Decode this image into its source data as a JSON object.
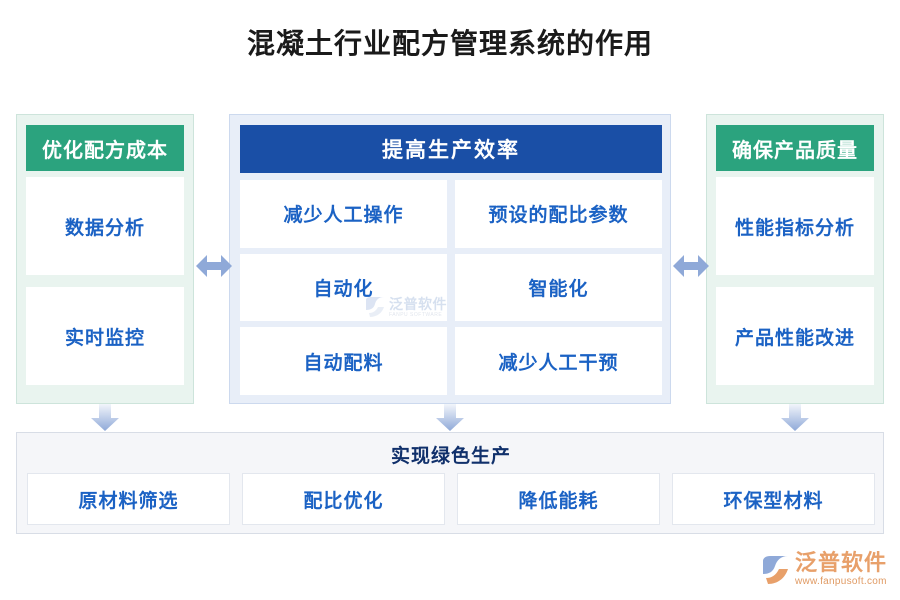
{
  "page": {
    "title": "混凝土行业配方管理系统的作用"
  },
  "colors": {
    "green_header": "#2ba37e",
    "blue_header": "#1a4fa6",
    "card_text": "#1b62c4",
    "bottom_title": "#10306b",
    "left_panel_bg": "#e9f4ef",
    "center_panel_bg": "#e8eef8",
    "bottom_panel_bg": "#f5f6f9",
    "arrow": "#8fa9d8",
    "logo": "#e8a06a"
  },
  "columns": {
    "left": {
      "header": "优化配方成本",
      "cards": [
        "数据分析",
        "实时监控"
      ]
    },
    "center": {
      "header": "提高生产效率",
      "cards": [
        "减少人工操作",
        "预设的配比参数",
        "自动化",
        "智能化",
        "自动配料",
        "减少人工干预"
      ]
    },
    "right": {
      "header": "确保产品质量",
      "cards": [
        "性能指标分析",
        "产品性能改进"
      ]
    }
  },
  "bottom": {
    "title": "实现绿色生产",
    "cards": [
      "原材料筛选",
      "配比优化",
      "降低能耗",
      "环保型材料"
    ]
  },
  "watermark": {
    "cn": "泛普软件",
    "en": "FANPU SOFTWARE"
  },
  "logo": {
    "cn": "泛普软件",
    "url": "www.fanpusoft.com"
  }
}
